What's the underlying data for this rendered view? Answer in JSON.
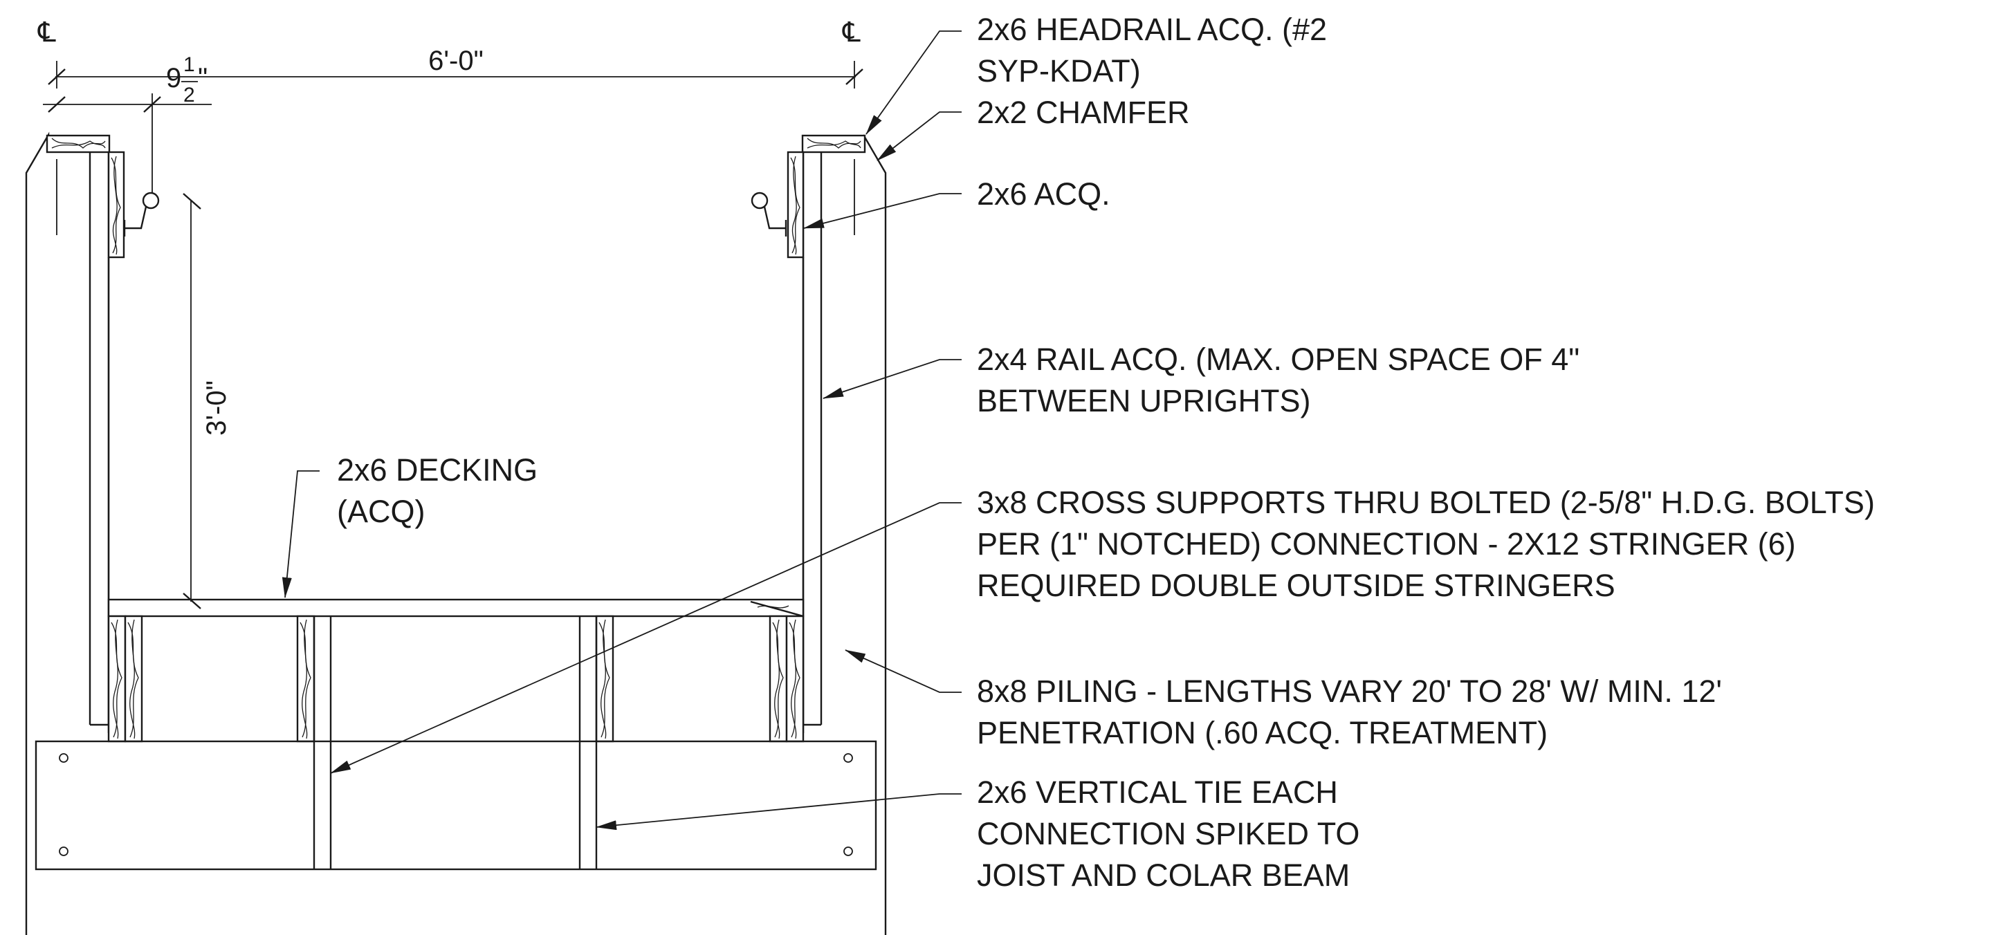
{
  "centerline_symbol": "℄",
  "dimensions": {
    "overall_width": "6'-0\"",
    "offset_whole": "9",
    "offset_num": "1",
    "offset_den": "2",
    "offset_inch": "\"",
    "rail_height": "3'-0\""
  },
  "callouts": {
    "headrail": [
      "2x6 HEADRAIL ACQ. (#2",
      "SYP-KDAT)"
    ],
    "chamfer": [
      "2x2 CHAMFER"
    ],
    "acq": [
      "2x6 ACQ."
    ],
    "rail": [
      "2x4 RAIL ACQ.  (MAX. OPEN SPACE OF 4\"",
      "BETWEEN UPRIGHTS)"
    ],
    "decking": [
      "2x6 DECKING",
      "(ACQ)"
    ],
    "cross_supports": [
      "3x8 CROSS SUPPORTS THRU BOLTED (2-5/8\" H.D.G. BOLTS)",
      "PER (1\" NOTCHED) CONNECTION - 2X12 STRINGER (6)",
      "REQUIRED DOUBLE OUTSIDE STRINGERS"
    ],
    "piling": [
      "8x8 PILING - LENGTHS VARY 20' TO 28' W/ MIN. 12'",
      "PENETRATION (.60 ACQ. TREATMENT)"
    ],
    "vertical_tie": [
      "2x6 VERTICAL TIE EACH",
      "CONNECTION SPIKED TO",
      "JOIST AND COLAR BEAM"
    ]
  }
}
